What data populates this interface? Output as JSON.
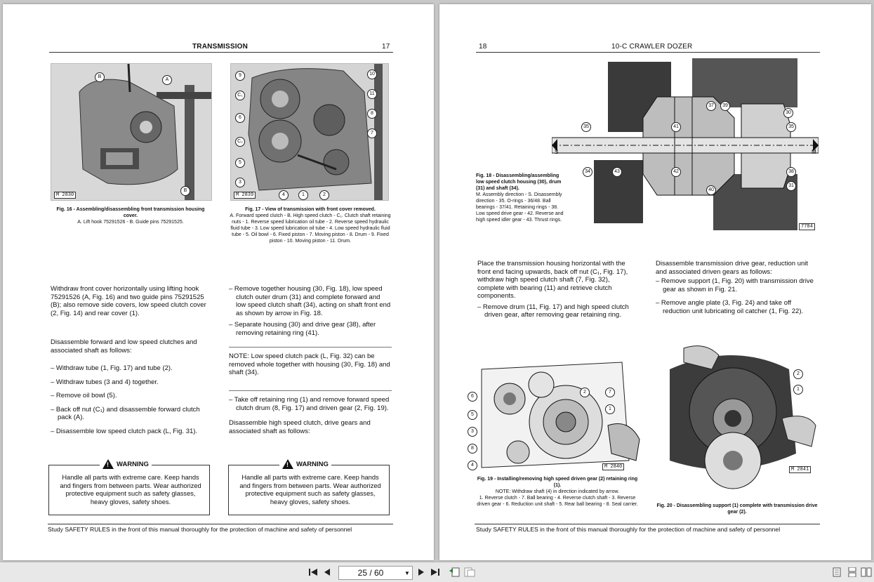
{
  "left_page": {
    "header": "TRANSMISSION",
    "number": "17",
    "fig16": {
      "tag": "M 2830",
      "callouts": [
        "A",
        "B",
        "B"
      ],
      "caption_title": "Fig. 16 - Assembling/disassembling front transmission housing cover.",
      "caption_body": "A. Lift hook 75291526 - B. Guide pins 75291525."
    },
    "fig17": {
      "tag": "M 2839",
      "callouts": [
        "9",
        "C₁",
        "6",
        "C₂",
        "5",
        "3",
        "4",
        "1",
        "2",
        "10",
        "11",
        "8",
        "7"
      ],
      "caption_title": "Fig. 17 - View of transmission with front cover removed.",
      "caption_body": "A. Forward speed clutch - B. High speed clutch - C₁. Clutch shaft retaining nuts - 1. Reverse speed lubrication oil tube - 2. Reverse speed hydraulic fluid tube - 3. Low speed lubrication oil tube - 4. Low speed hydraulic fluid tube - 5. Oil bowl - 6. Fixed piston - 7. Moving piston - 8. Drum - 9. Fixed piston - 10. Moving piston - 11. Drum."
    },
    "col1": {
      "para1": "Withdraw front cover horizontally using lifting hook 75291526 (A, Fig. 16) and two guide pins 75291525 (B); also remove side covers, low speed clutch cover (2, Fig. 14) and rear cover (1).",
      "para2": "Disassemble forward and low speed clutches and associated shaft as follows:",
      "bullets": [
        "– Withdraw tube (1, Fig. 17) and tube (2).",
        "– Withdraw tubes (3 and 4) together.",
        "– Remove oil bowl (5).",
        "– Back off nut (C₁) and disassemble forward clutch pack (A).",
        "– Disassemble low speed clutch pack (L, Fig. 31)."
      ]
    },
    "col2": {
      "bullets1": [
        "– Remove together housing (30, Fig. 18), low speed clutch outer drum (31) and complete forward and low speed clutch shaft (34), acting on shaft front end as shown by arrow in Fig. 18.",
        "– Separate housing (30) and drive gear (38), after removing retaining ring (41)."
      ],
      "note": "NOTE: Low speed clutch pack (L, Fig. 32) can be removed whole together with housing (30, Fig. 18) and shaft (34).",
      "bullets2": [
        "– Take off retaining ring (1) and remove forward speed clutch drum (8, Fig. 17) and driven gear (2, Fig. 19)."
      ],
      "para": "Disassemble high speed clutch, drive gears and associated shaft as follows:"
    },
    "warning_label": "WARNING",
    "warning_text": "Handle all parts with extreme care. Keep hands and fingers from between parts. Wear authorized protective equipment such as safety glasses, heavy gloves, safety shoes.",
    "footer": "Study SAFETY RULES in the front of this manual thoroughly for the protection of machine and safety of personnel"
  },
  "right_page": {
    "number": "18",
    "header": "10-C CRAWLER DOZER",
    "fig18": {
      "tag": "7784",
      "callouts": [
        "37",
        "39",
        "30",
        "35",
        "35",
        "41",
        "34",
        "43",
        "42",
        "38",
        "31",
        "40"
      ],
      "arrow_left": "S",
      "arrow_right": "M",
      "caption_title": "Fig. 18 - Disassembling/assembling low speed clutch housing (30), drum (31) and shaft (34).",
      "caption_body": "M. Assembly direction - S. Disassembly direction - 35. O-rings - 36/48. Ball bearings - 37/41. Retaining rings - 38. Low speed drive gear - 42. Reverse and high speed idler gear - 43. Thrust rings."
    },
    "col1": {
      "para": "Place the transmission housing horizontal with the front end facing upwards, back off nut (C₁, Fig. 17), withdraw high speed clutch shaft (7, Fig. 32), complete with bearing (11) and retrieve clutch components.",
      "bullets": [
        "– Remove drum (11, Fig. 17) and high speed clutch driven gear, after removing gear retaining ring."
      ]
    },
    "col2": {
      "para": "Disassemble transmission drive gear, reduction unit and associated driven gears as follows:",
      "bullets": [
        "– Remove support (1, Fig. 20) with transmission drive gear as shown in Fig. 21.",
        "– Remove angle plate (3, Fig. 24) and take off reduction unit lubricating oil catcher (1, Fig. 22)."
      ]
    },
    "fig19": {
      "tag": "M 2840",
      "callouts": [
        "6",
        "5",
        "3",
        "8",
        "4",
        "2",
        "7",
        "1"
      ],
      "caption_title": "Fig. 19 - Installing/removing high speed driven gear (2) retaining ring (1).",
      "caption_note": "NOTE: Withdraw shaft (4) in direction indicated by arrow.",
      "caption_body": "1. Reverse clutch - 7. Ball bearing - 4. Reverse clutch shaft - 3. Reverse driven gear - 6. Reduction unit shaft - 5. Rear ball bearing - 8. Seal carrier."
    },
    "fig20": {
      "tag": "M 2841",
      "callouts": [
        "2",
        "1"
      ],
      "caption": "Fig. 20 - Disassembling support (1) complete with transmission drive gear (2)."
    },
    "footer": "Study SAFETY RULES in the front of this manual thoroughly for the protection of machine and safety of personnel"
  },
  "toolbar": {
    "page_indicator": "25 / 60",
    "icons": [
      "first-page-icon",
      "prev-page-icon",
      "next-page-icon",
      "last-page-icon",
      "back-view-icon",
      "forward-view-icon",
      "single-page-icon",
      "continuous-page-icon",
      "facing-pages-icon"
    ]
  }
}
